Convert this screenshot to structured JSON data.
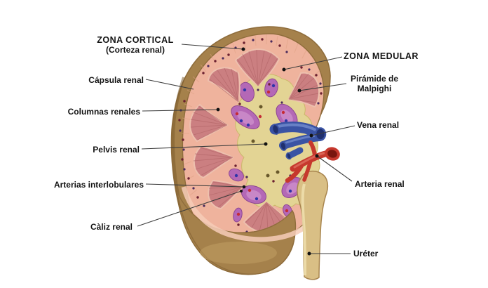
{
  "diagram": {
    "subject": "kidney-frontal-section",
    "labels": {
      "zona_cortical": "ZONA CORTICAL",
      "corteza_renal": "(Corteza renal)",
      "capsula_renal": "Cápsula renal",
      "columnas_renales": "Columnas renales",
      "pelvis_renal": "Pelvis renal",
      "arterias_interlobulares": "Arterias interlobulares",
      "caliz_renal": "Càliz renal",
      "zona_medular": "ZONA MEDULAR",
      "piramide_line1": "Pirámide de",
      "piramide_line2": "Malpighi",
      "vena_renal": "Vena renal",
      "arteria_renal": "Arteria renal",
      "ureter": "Uréter"
    },
    "colors": {
      "background": "#ffffff",
      "capsule_brown": "#a5814b",
      "capsule_dark": "#8f6d3c",
      "cortex_pink": "#efb39d",
      "pyramid_rose": "#cb7f81",
      "calyx_purple": "#b468b6",
      "pelvis_yellow": "#e3d494",
      "vein_blue": "#3a53a4",
      "artery_red": "#c6382d",
      "ureter_tan": "#d9bf85",
      "leader_line": "#3c3c3c",
      "label_text": "#141414"
    }
  }
}
